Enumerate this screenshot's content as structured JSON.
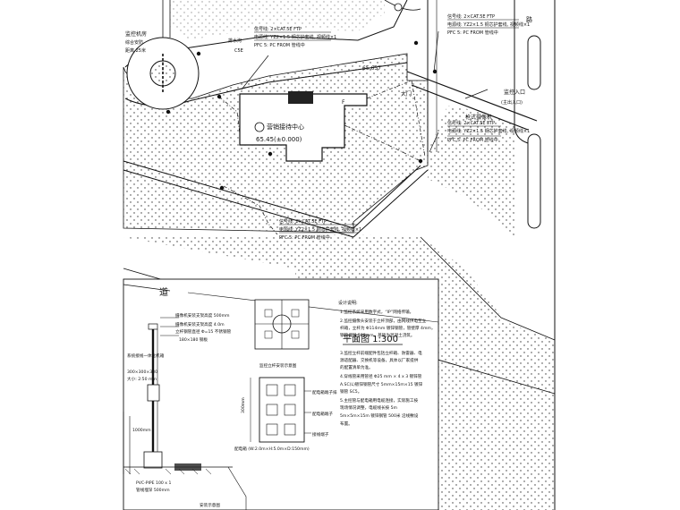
{
  "plan": {
    "monitor_title": "监控机房",
    "monitor_sub": "综合安防",
    "lbl_distance": "距离 25米",
    "lbl_c5e": "C5E",
    "lbl_water": "排水沟",
    "cable_spec_top_1": "信号线: 2×CAT.5E FTP",
    "cable_spec_top_2": "电源线: YZ2×1.5 铜芯护套线, 视频线×1",
    "cable_spec_top_3": "PFC 5: PC FROM 管线中",
    "cable_spec_right_1": "信号线: 2×CAT.5E FTP",
    "cable_spec_right_2": "电源线: YZ2×1.5 铜芯护套线, 视频线×1",
    "cable_spec_right_3": "PFC 5: PC FROM 管线中",
    "level_label": "65.657",
    "gate_label": "大门",
    "road_label_right": "路",
    "entry_label_1": "监控入口",
    "entry_label_2": "(主出入口)",
    "camera_label_right": "枪式摄像机",
    "right_spec_1": "信号线: 2×CAT.5E FTP",
    "right_spec_2": "电源线: YZ2×1.5 铜芯护套线, 视频线×1",
    "right_spec_3": "PFC 5: PC FROM 管线中",
    "building_name": "营销接待中心",
    "building_level": "65.45(±0.000)",
    "building_mark": "F",
    "center_spec_1": "信号线: 2×CAT.5E FTP",
    "center_spec_2": "电源线: YZ2×1.5 铜芯护套线, 视频线×1",
    "center_spec_3": "PFC 5: PC FROM 管线中"
  },
  "detail": {
    "road_label": "道",
    "plan_title": "平面图 1:300",
    "section_lbl_1": "摄像机安装支架高度 500mm",
    "section_lbl_2": "摄像机安装支架高度 4.0m",
    "section_lbl_3": "立杆钢管直径 Φ=15 不锈钢管",
    "section_lbl_4": "180×180 钢板",
    "section_lbl_5": "系统接线一体化机箱",
    "section_lbl_6": "300×300×380",
    "section_lbl_7": "大小: 2:50 mm",
    "section_lbl_8": "1000mm",
    "section_lbl_9": "PVC-PIPE 100 x 1",
    "section_lbl_10": "管线埋深 500mm",
    "pit_caption": "监控立杆安装示意图",
    "box_lbl_1": "配电箱端子排",
    "box_lbl_2": "配电箱端子",
    "box_lbl_3": "接线端子",
    "box_dim": "300mm",
    "box_caption": "配电箱 (W:2.0m×H:5.0m×D:150mm)",
    "bottom_caption": "安装示意图",
    "notes_title": "设计说明:",
    "notes": [
      "1.监控系统采用数字式，“IP”网络传输，",
      "2.监控摄像头安装于立杆顶部，由网线供电至立",
      "杆箱，立杆为 Φ114mm 镀锌钢管，管壁厚 4mm，",
      "钢管埋深 500mm，基础为混凝土浇筑。",
      "3.监控立杆前端配件包括立杆箱、防雷器、电",
      "源适配器、交换机等设备，具体以厂家提供",
      "的配置清单为准。",
      "4.穿线管采用管径 Φ25 mm × 4 x 3 镀锌管",
      "A.SC(L)镀锌钢管尺寸 5mm×15m×15 镀锌",
      "钢管 SC5。",
      "5.主控管与配电箱用电缆连接，实际施工按",
      "现场情况调整，电缆线长按 5m",
      "5m×5m×15m 镀锌钢管 500米 沿线敷设",
      "布置。"
    ]
  }
}
